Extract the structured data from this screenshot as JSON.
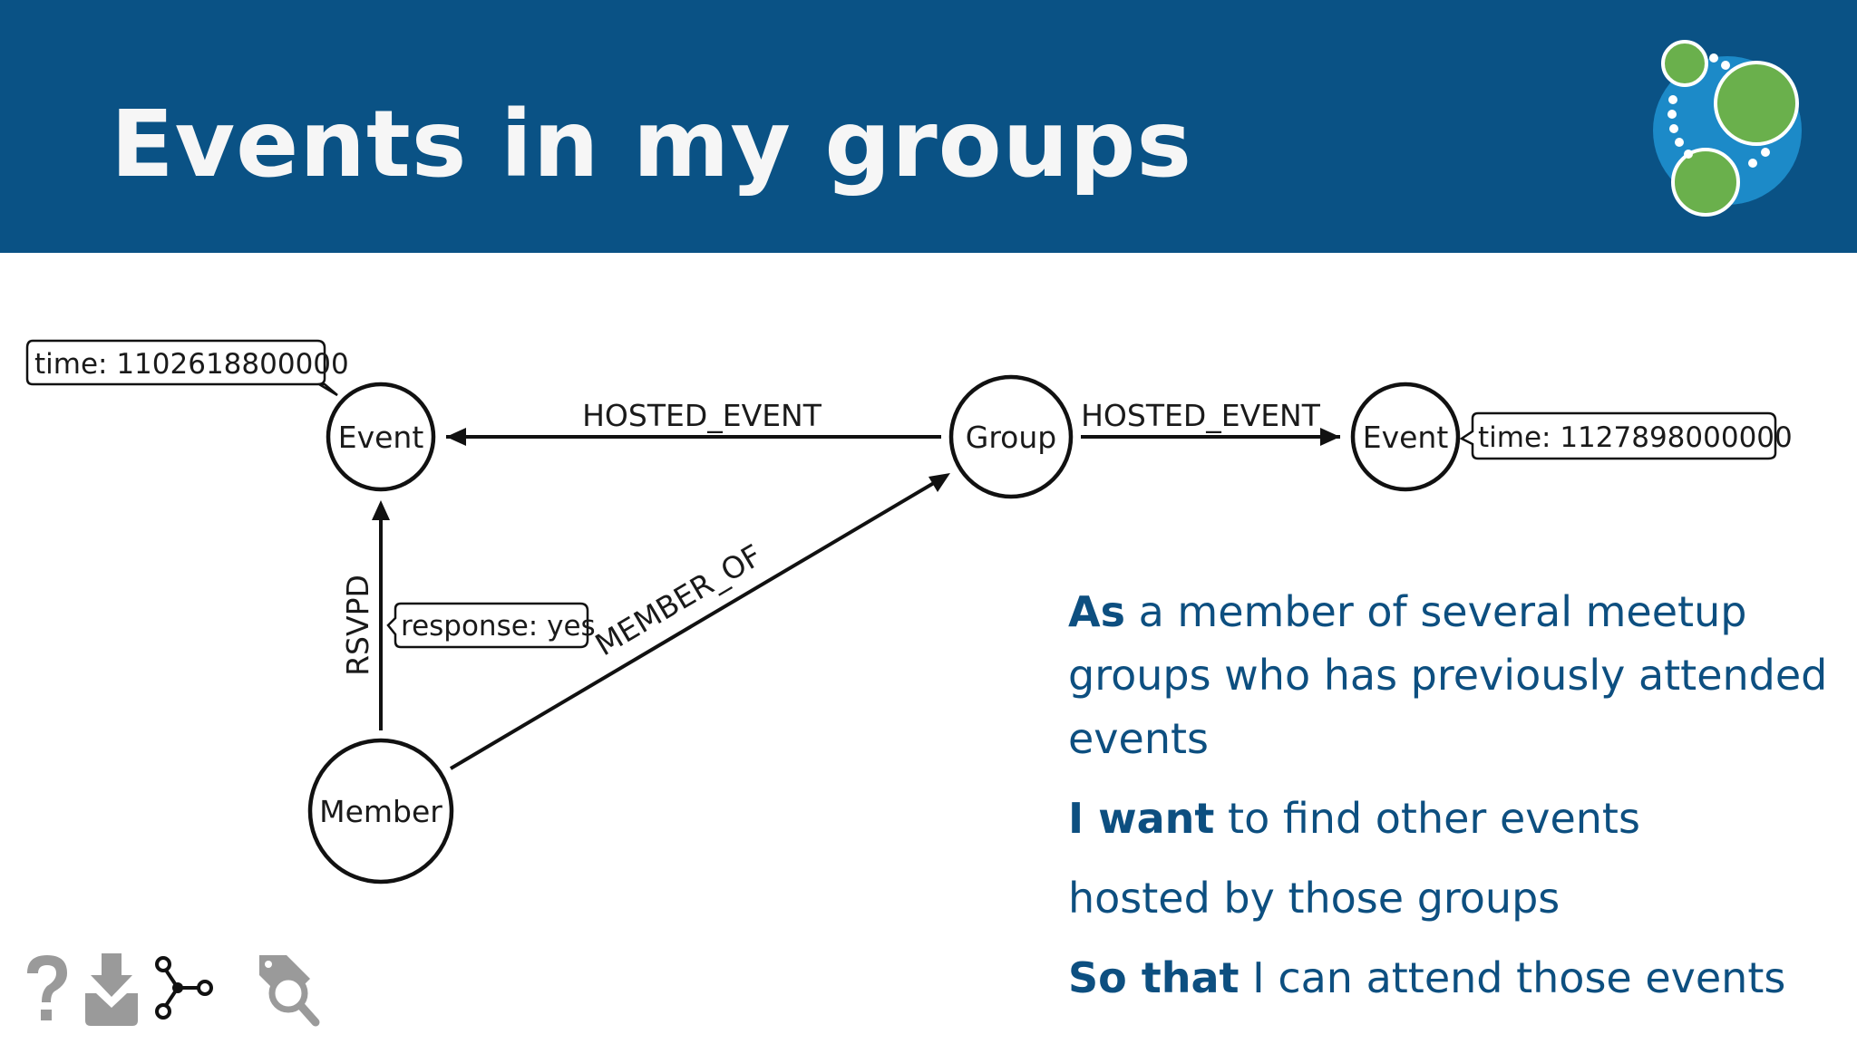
{
  "slide": {
    "title": "Events in my groups"
  },
  "diagram": {
    "nodes": {
      "event_left": "Event",
      "group": "Group",
      "event_right": "Event",
      "member": "Member"
    },
    "edges": {
      "group_to_event_left": "HOSTED_EVENT",
      "group_to_event_right": "HOSTED_EVENT",
      "member_to_event": "RSVPD",
      "member_to_group": "MEMBER_OF"
    },
    "properties": {
      "event_left_time": "time: 1102618800000",
      "event_right_time": "time: 1127898000000",
      "rsvp_response": "response: yes"
    }
  },
  "story": {
    "as_keyword": "As",
    "as_text": " a member of several meetup groups who has previously attended events",
    "want_keyword": "I want",
    "want_text": " to find other events",
    "want_text_2": "hosted by those groups",
    "so_keyword": "So that",
    "so_text": " I can attend those events"
  },
  "colors": {
    "header_bg": "#0a5285",
    "title": "#f6f6f6",
    "story_text": "#0d4f80",
    "logo_blue": "#1c8ac8",
    "logo_green": "#6ab04c",
    "icon_gray": "#9a9a9a"
  },
  "toolbar": {
    "icons": [
      "help-icon",
      "download-icon",
      "graph-icon",
      "search-tag-icon"
    ]
  }
}
